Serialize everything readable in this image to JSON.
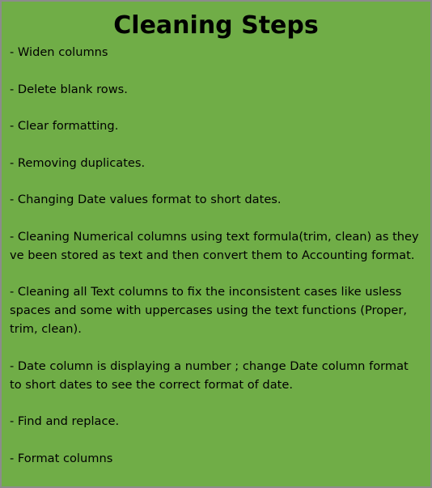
{
  "title": "Cleaning Steps",
  "steps": [
    "- Widen columns",
    "- Delete blank rows.",
    "- Clear formatting.",
    "- Removing duplicates.",
    "- Changing Date values format to short dates.",
    "- Cleaning Numerical columns using text formula(trim, clean) as they ve been stored as text and then convert them to Accounting format.",
    "- Cleaning all Text columns to fix the inconsistent cases like usless spaces and some with uppercases using the text functions (Proper, trim, clean).",
    "- Date column is displaying a number ; change Date column format to short dates to see the correct format of date.",
    "- Find and replace.",
    "- Format columns"
  ],
  "colors": {
    "background": "#70ad47",
    "border": "#8c8c8c",
    "text": "#000000"
  }
}
